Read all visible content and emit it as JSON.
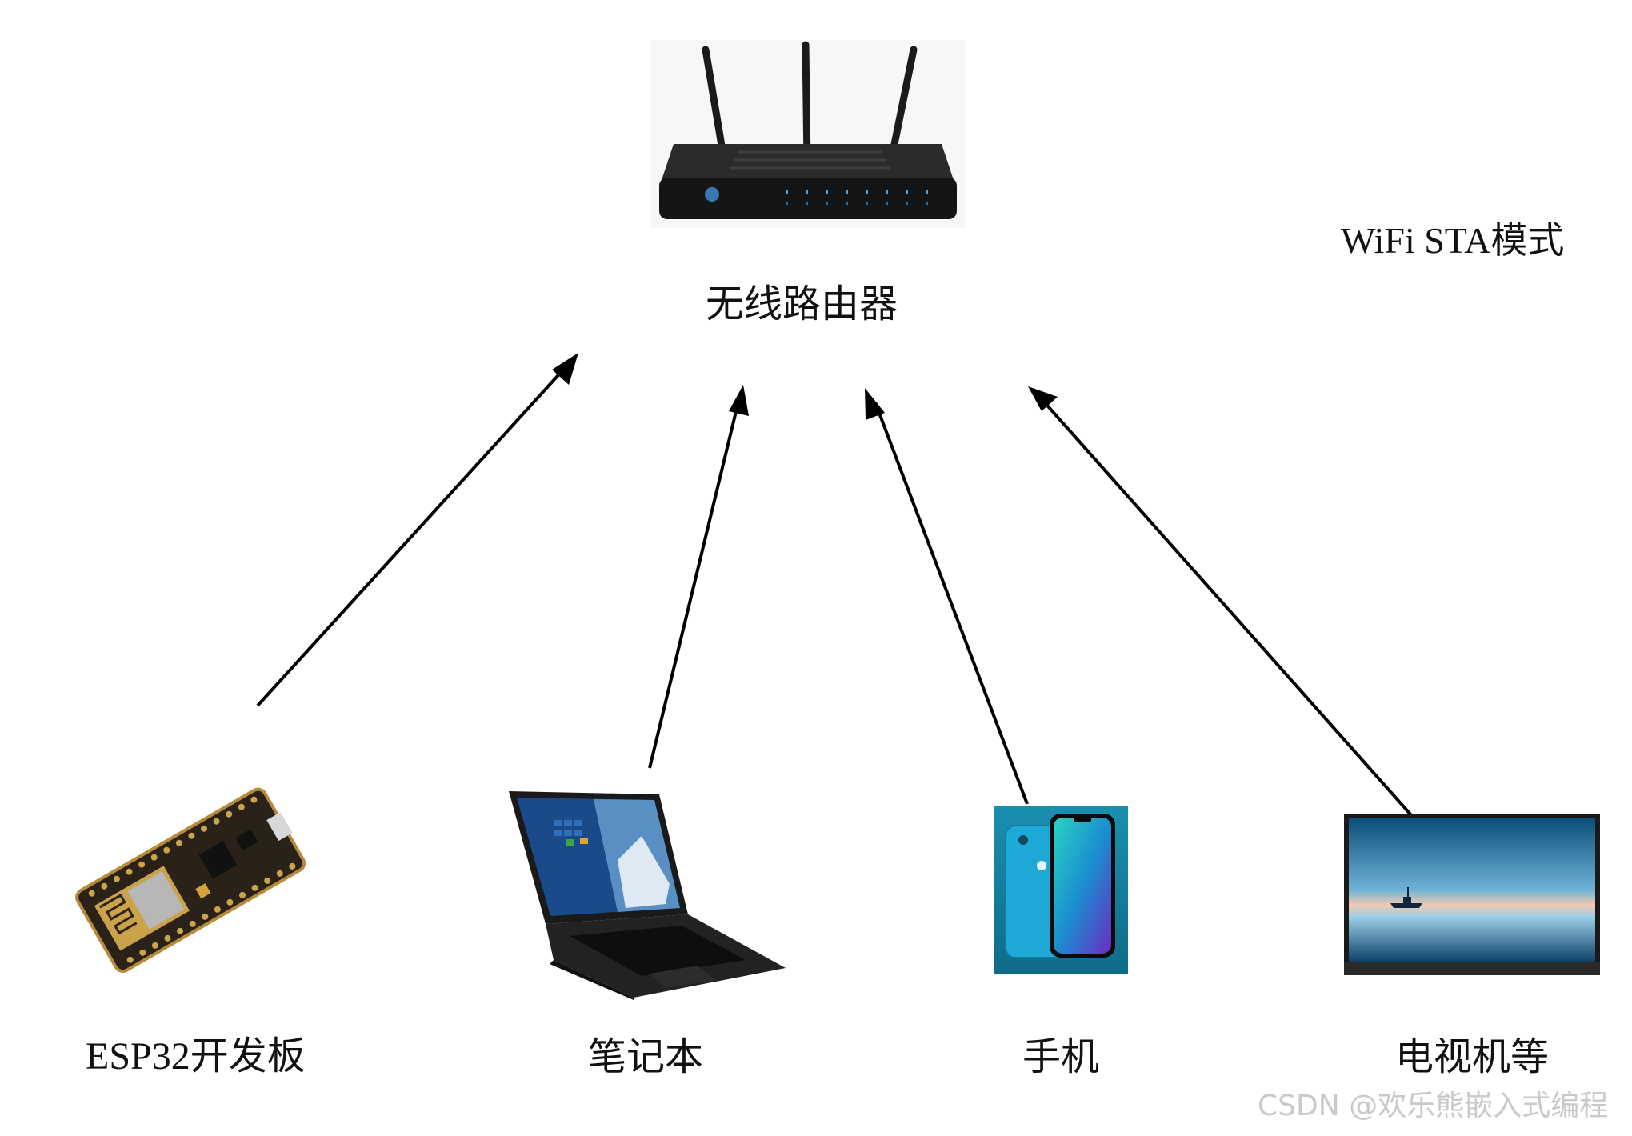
{
  "router": {
    "label": "无线路由器"
  },
  "mode": {
    "label": "WiFi STA模式"
  },
  "devices": [
    {
      "key": "esp32",
      "label": "ESP32开发板",
      "icon": "esp32-board-icon"
    },
    {
      "key": "laptop",
      "label": "笔记本",
      "icon": "laptop-icon"
    },
    {
      "key": "phone",
      "label": "手机",
      "icon": "smartphone-icon"
    },
    {
      "key": "tv",
      "label": "电视机等",
      "icon": "tv-icon"
    }
  ],
  "watermark": "CSDN @欢乐熊嵌入式编程"
}
